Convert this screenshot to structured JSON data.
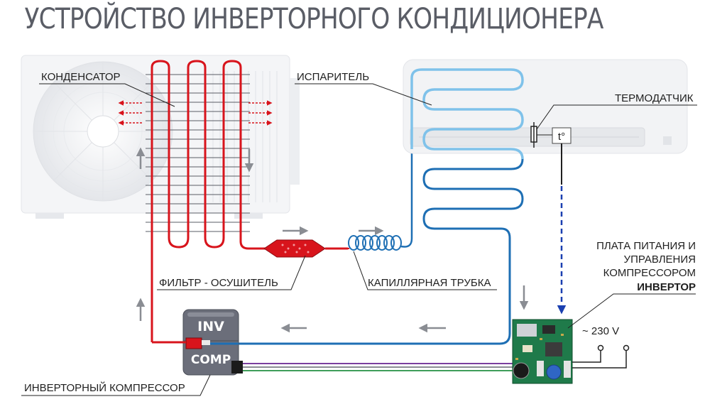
{
  "title": "УСТРОЙСТВО ИНВЕРТОРНОГО КОНДИЦИОНЕРА",
  "labels": {
    "condenser": "КОНДЕНСАТОР",
    "evaporator": "ИСПАРИТЕЛЬ",
    "thermosensor": "ТЕРМОДАТЧИК",
    "filter_dryer": "ФИЛЬТР - ОСУШИТЕЛЬ",
    "capillary_tube": "КАПИЛЛЯРНАЯ ТРУБКА",
    "board_line1": "ПЛАТА ПИТАНИЯ И",
    "board_line2": "УПРАВЛЕНИЯ",
    "board_line3": "КОМПРЕССОРОМ",
    "board_line4": "ИНВЕРТОР",
    "voltage": "~ 230 V",
    "compressor": "ИНВЕРТОРНЫЙ КОМПРЕССОР",
    "comp_inv": "INV",
    "comp_comp": "COMP",
    "sensor_symbol": "t°"
  },
  "colors": {
    "hot_line": "#d8141c",
    "cold_line": "#1e6fb4",
    "cold_light": "#7fc2ea",
    "signal": "#1a3fb0",
    "arrow_gray": "#8a8d93",
    "compressor_body": "#6b6e7a",
    "wire_purple": "#7a3f9e",
    "wire_green": "#3f9e5a"
  }
}
